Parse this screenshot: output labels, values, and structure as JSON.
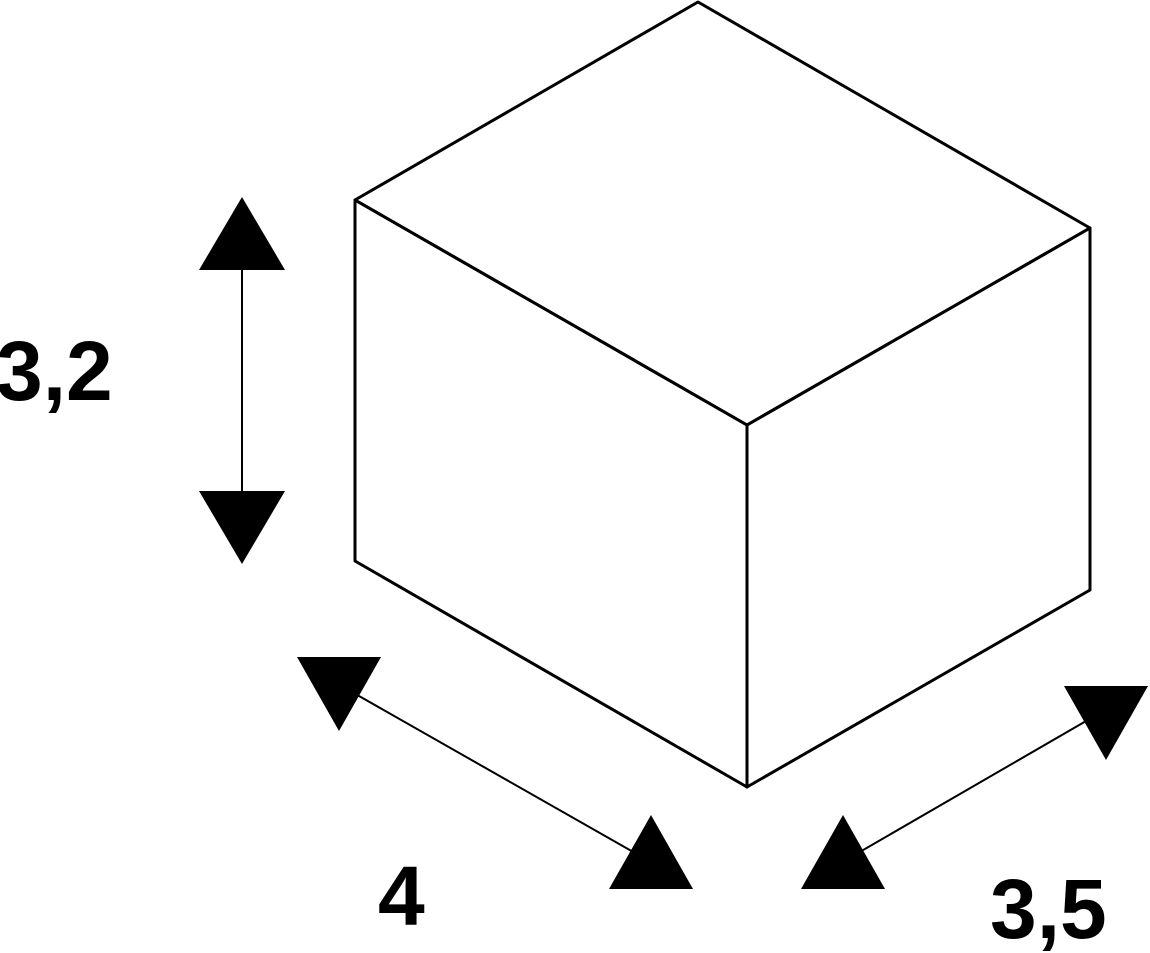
{
  "dimensions": {
    "height": "3,2",
    "width": "4",
    "depth": "3,5"
  },
  "colors": {
    "stroke": "#000000",
    "fill": "#ffffff"
  }
}
